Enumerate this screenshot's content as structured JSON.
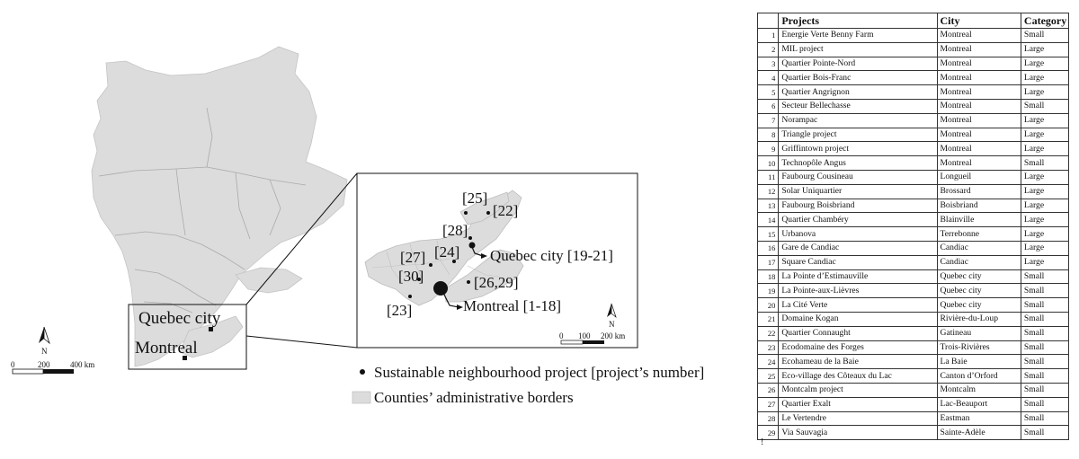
{
  "map": {
    "overview_labels": {
      "quebec": "Quebec city",
      "montreal": "Montreal"
    },
    "inset_labels": {
      "quebec": "Quebec city [19-21]",
      "montreal": "Montreal [1-18]",
      "p25": "[25]",
      "p22": "[22]",
      "p28": "[28]",
      "p27": "[27]",
      "p24": "[24]",
      "p30": "[30]",
      "p23": "[23]",
      "p26_29": "[26,29]"
    },
    "north_label": "N",
    "main_scale": {
      "zero": "0",
      "mid": "200",
      "end": "400 km"
    },
    "inset_scale": {
      "zero": "0",
      "mid": "100",
      "end": "200 km"
    },
    "legend": {
      "point": "Sustainable neighbourhood project [project’s number]",
      "area": "Counties’ administrative borders"
    },
    "colors": {
      "land": "#dcdcdc",
      "borders": "#b0b0b0",
      "ink": "#111111"
    }
  },
  "table": {
    "headers": [
      "",
      "Projects",
      "City",
      "Category"
    ],
    "rows": [
      {
        "num": "1",
        "project": "Energie Verte Benny Farm",
        "city": "Montreal",
        "category": "Small"
      },
      {
        "num": "2",
        "project": "MIL project",
        "city": "Montreal",
        "category": "Large"
      },
      {
        "num": "3",
        "project": "Quartier Pointe-Nord",
        "city": "Montreal",
        "category": "Large"
      },
      {
        "num": "4",
        "project": "Quartier Bois-Franc",
        "city": "Montreal",
        "category": "Large"
      },
      {
        "num": "5",
        "project": "Quartier Angrignon",
        "city": "Montreal",
        "category": "Large"
      },
      {
        "num": "6",
        "project": "Secteur Bellechasse",
        "city": "Montreal",
        "category": "Small"
      },
      {
        "num": "7",
        "project": "Norampac",
        "city": "Montreal",
        "category": "Large"
      },
      {
        "num": "8",
        "project": "Triangle project",
        "city": "Montreal",
        "category": "Large"
      },
      {
        "num": "9",
        "project": "Griffintown project",
        "city": "Montreal",
        "category": "Large"
      },
      {
        "num": "10",
        "project": "Technopôle Angus",
        "city": "Montreal",
        "category": "Small"
      },
      {
        "num": "11",
        "project": "Faubourg Cousineau",
        "city": "Longueil",
        "category": "Large"
      },
      {
        "num": "12",
        "project": "Solar Uniquartier",
        "city": "Brossard",
        "category": "Large"
      },
      {
        "num": "13",
        "project": "Faubourg Boisbriand",
        "city": "Boisbriand",
        "category": "Large"
      },
      {
        "num": "14",
        "project": "Quartier Chambéry",
        "city": "Blainville",
        "category": "Large"
      },
      {
        "num": "15",
        "project": "Urbanova",
        "city": "Terrebonne",
        "category": "Large"
      },
      {
        "num": "16",
        "project": "Gare de Candiac",
        "city": "Candiac",
        "category": "Large"
      },
      {
        "num": "17",
        "project": "Square Candiac",
        "city": "Candiac",
        "category": "Large"
      },
      {
        "num": "18",
        "project": "La Pointe d’Estimauville",
        "city": "Quebec city",
        "category": "Small"
      },
      {
        "num": "19",
        "project": "La Pointe-aux-Lièvres",
        "city": "Quebec city",
        "category": "Small"
      },
      {
        "num": "20",
        "project": "La Cité Verte",
        "city": "Quebec city",
        "category": "Small"
      },
      {
        "num": "21",
        "project": "Domaine Kogan",
        "city": "Rivière-du-Loup",
        "category": "Small"
      },
      {
        "num": "22",
        "project": "Quartier Connaught",
        "city": "Gatineau",
        "category": "Small"
      },
      {
        "num": "23",
        "project": "Ecodomaine des Forges",
        "city": "Trois-Rivières",
        "category": "Small"
      },
      {
        "num": "24",
        "project": "Ecohameau de la Baie",
        "city": "La Baie",
        "category": "Small"
      },
      {
        "num": "25",
        "project": "Eco-village des Côteaux du Lac",
        "city": "Canton d’Orford",
        "category": "Small"
      },
      {
        "num": "26",
        "project": "Montcalm project",
        "city": "Montcalm",
        "category": "Small"
      },
      {
        "num": "27",
        "project": "Quartier Exalt",
        "city": "Lac-Beauport",
        "category": "Small"
      },
      {
        "num": "28",
        "project": "Le Vertendre",
        "city": "Eastman",
        "category": "Small"
      },
      {
        "num": "29",
        "project": "Via Sauvagia",
        "city": "Sainte-Adèle",
        "category": "Small"
      }
    ],
    "footnote": "!"
  }
}
